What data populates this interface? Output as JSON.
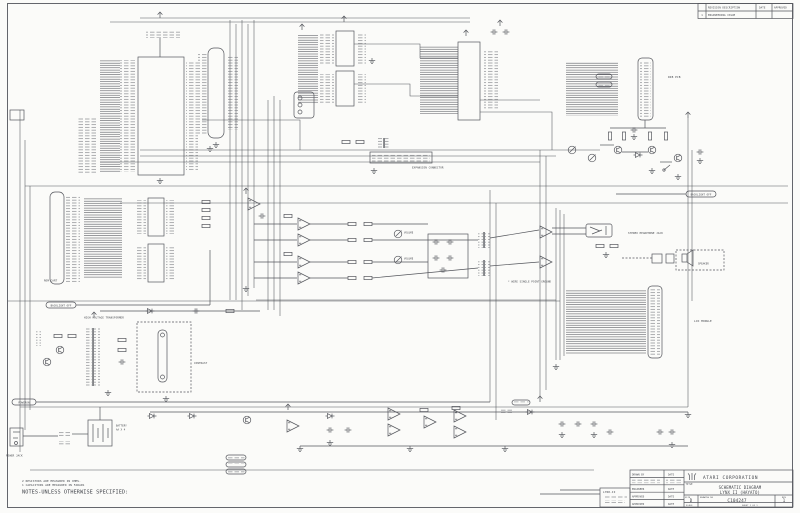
{
  "page": {
    "paper": "#fbfbf9",
    "ink": "#54565c"
  },
  "revision_table": {
    "description_header": "REVISION DESCRIPTION",
    "date_header": "DATE",
    "approved_header": "APPROVED",
    "row_rev": "1",
    "row_description": "ENGINEERING ISSUE"
  },
  "title_block": {
    "company": "ATARI CORPORATION",
    "title_label": "TITLE",
    "title_line1": "SCHEMATIC DIAGRAM",
    "title_line2": "LYNX II (HAYATO)",
    "size_label": "SIZE",
    "size_value": "D",
    "drawing_no_label": "DRAWING NO",
    "drawing_no": "C104247",
    "rev_label": "REV",
    "rev_value": "1",
    "scale_label": "SCALE",
    "sheet_label": "SHEET 1 OF 1",
    "drawn_by_label": "DRAWN BY",
    "engineer_label": "ENGINEER",
    "approved_label": "APPROVED",
    "date_label": "DATE",
    "side_box_label": "LYNX-II"
  },
  "notes": {
    "item_2": "2 RESISTORS ARE MEASURED IN OHMS.",
    "item_1": "1 CAPACITORS ARE MEASURED IN FARADS",
    "heading": "NOTES-UNLESS OTHERWISE SPECIFIED:"
  },
  "labels": {
    "expansion_connector": "EXPANSION CONNECTOR",
    "rib_pcb": "RIB PCB",
    "backlight_off_right": "BACKLIGHT OFF",
    "backlight_off_left": "BACKLIGHT OFF",
    "stereo_headphone_jack": "STEREO HEADPHONE JACK",
    "speaker": "SPEAKER",
    "lcd_module": "LCD MODULE",
    "rom_cart": "ROM CART",
    "high_voltage_transformer": "HIGH VOLTAGE TRANSFORMER",
    "contrast": "CONTRAST",
    "poweron": "POWERON",
    "power_jack": "POWER JACK",
    "battery_line_1": "BATTERY",
    "battery_line_2": "AA X 4",
    "volume_upper": "VOLUME",
    "volume_lower": "VOLUME",
    "single_point_ground": "* WIRE SINGLE POINT GROUND"
  }
}
